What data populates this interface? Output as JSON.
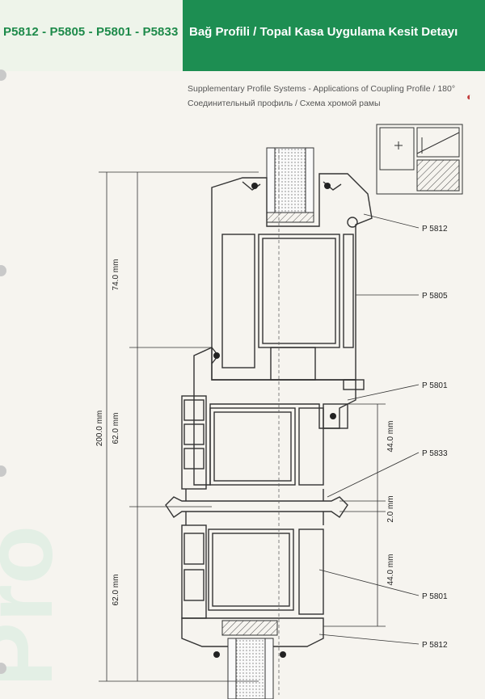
{
  "header": {
    "codes": "P5812 - P5805 - P5801 - P5833",
    "title": "Bağ Profili / Topal Kasa Uygulama Kesit Detayı"
  },
  "subtitle_en": "Supplementary Profile Systems - Applications of Coupling Profile / 180°",
  "subtitle_ru": "Соединительный профиль / Схема хромой рамы",
  "brand": "Pro",
  "labels": [
    "P 5812",
    "P 5805",
    "P 5801",
    "P 5833",
    "P 5801",
    "P 5812"
  ],
  "dimensions": {
    "total": "200.0 mm",
    "left_top": "74.0 mm",
    "left_mid": "62.0 mm",
    "left_bottom": "62.0 mm",
    "right_top": "44.0 mm",
    "right_mid": "2.0 mm",
    "right_bottom": "44.0 mm"
  },
  "colors": {
    "brand_green": "#1d8e52",
    "pale_green": "#eef4ea",
    "line": "#333333"
  }
}
